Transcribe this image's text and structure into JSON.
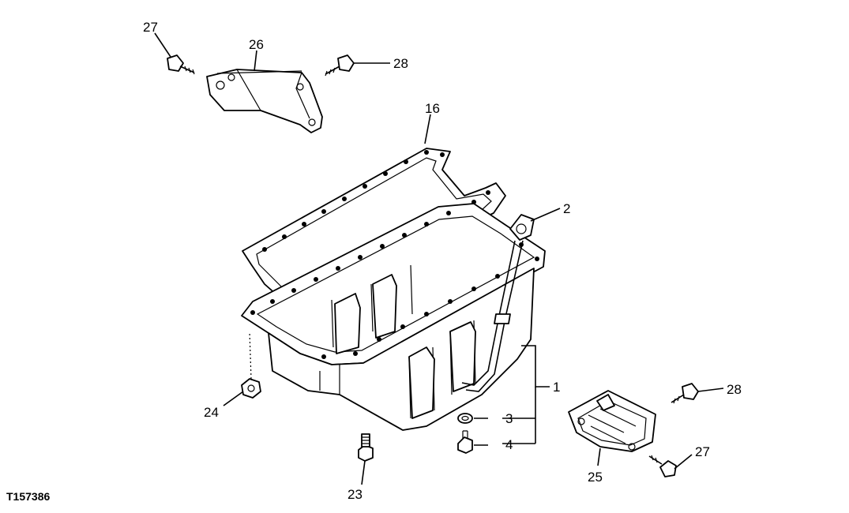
{
  "figure_ref": "T157386",
  "callouts": [
    {
      "id": "c1",
      "label": "1"
    },
    {
      "id": "c2",
      "label": "2"
    },
    {
      "id": "c3",
      "label": "3"
    },
    {
      "id": "c4",
      "label": "4"
    },
    {
      "id": "c16",
      "label": "16"
    },
    {
      "id": "c23",
      "label": "23"
    },
    {
      "id": "c24",
      "label": "24"
    },
    {
      "id": "c25",
      "label": "25"
    },
    {
      "id": "c26",
      "label": "26"
    },
    {
      "id": "c27a",
      "label": "27"
    },
    {
      "id": "c27b",
      "label": "27"
    },
    {
      "id": "c28a",
      "label": "28"
    },
    {
      "id": "c28b",
      "label": "28"
    }
  ]
}
